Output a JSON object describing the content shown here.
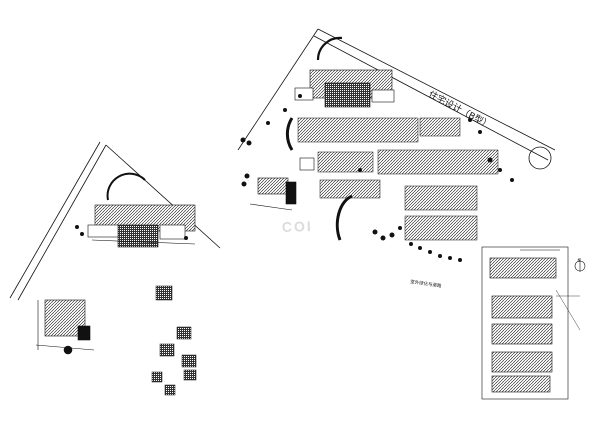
{
  "drawing": {
    "road_label": "住宅设计（B型）",
    "path_label": "室外绿化与道路",
    "watermark": "COI",
    "north_symbol": "N"
  },
  "colors": {
    "line": "#111111",
    "paper": "#ffffff",
    "watermark": "#dcdcdc"
  }
}
